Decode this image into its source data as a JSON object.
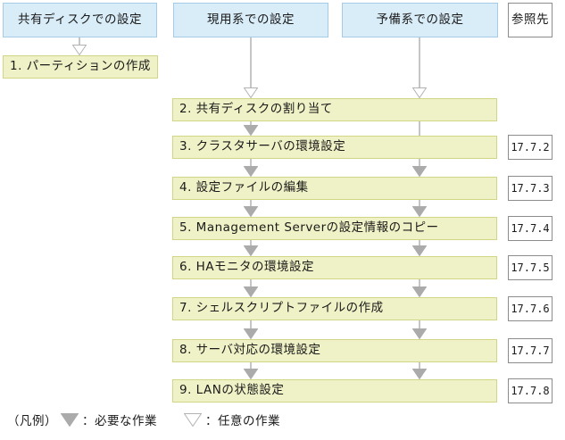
{
  "figure": {
    "columns": [
      {
        "title": "共有ディスクでの設定"
      },
      {
        "title": "現用系での設定"
      },
      {
        "title": "予備系での設定"
      }
    ],
    "reference_header": "参照先",
    "steps": [
      {
        "label": "1. パーティションの作成"
      },
      {
        "label": "2. 共有ディスクの割り当て"
      },
      {
        "label": "3. クラスタサーバの環境設定",
        "ref": "17.7.2"
      },
      {
        "label": "4. 設定ファイルの編集",
        "ref": "17.7.3"
      },
      {
        "label": "5. Management Serverの設定情報のコピー",
        "ref": "17.7.4"
      },
      {
        "label": "6. HAモニタの環境設定",
        "ref": "17.7.5"
      },
      {
        "label": "7. シェルスクリプトファイルの作成",
        "ref": "17.7.6"
      },
      {
        "label": "8. サーバ対応の環境設定",
        "ref": "17.7.7"
      },
      {
        "label": "9. LANの状態設定",
        "ref": "17.7.8"
      }
    ],
    "legend": {
      "prefix": "（凡例）",
      "required_label": "：必要な作業",
      "optional_label": "：任意の作業"
    },
    "arrow_notes": "Outline arrows (optional): 共有ディスクでの設定→step1, 現用系での設定→step2, 予備系での設定→step2. Filled arrows (required), active lane: 2→3→4→5→6→7→8→9. Standby lane: line from step2 passes behind step3, then filled arrows into 4→5→6→7→8→9.",
    "colors": {
      "header_fill": "#d9edf9",
      "header_border": "#a6cbe6",
      "task_fill": "#eff1c6",
      "task_border": "#d2d583",
      "reference_border": "#8c8c8c",
      "arrow_required_fill": "#ababab",
      "arrow_optional_fill": "#ffffff",
      "arrow_line": "#c6c6c6",
      "text": "#1a1a1a"
    }
  }
}
